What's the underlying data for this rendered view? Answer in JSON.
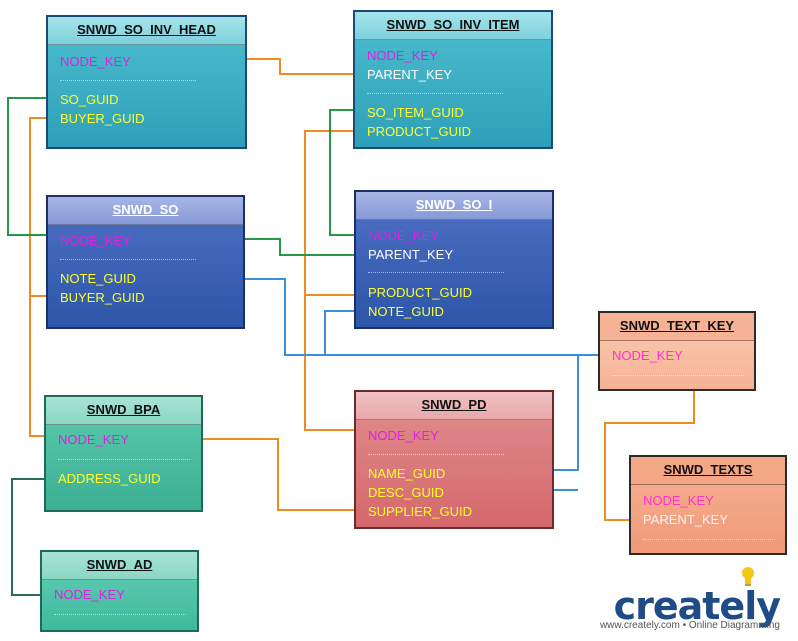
{
  "colors": {
    "line_orange": "#f08a22",
    "line_green": "#229944",
    "line_blue": "#3b8fd6",
    "line_darkgreen": "#2a6b5a"
  },
  "entities": {
    "so_inv_head": {
      "title": "SNWD_SO_INV_HEAD",
      "fields": [
        "NODE_KEY",
        "SO_GUID",
        "BUYER_GUID"
      ]
    },
    "so_inv_item": {
      "title": "SNWD_SO_INV_ITEM",
      "fields": [
        "NODE_KEY",
        "PARENT_KEY",
        "SO_ITEM_GUID",
        "PRODUCT_GUID"
      ]
    },
    "so": {
      "title": "SNWD_SO",
      "fields": [
        "NODE_KEY",
        "NOTE_GUID",
        "BUYER_GUID"
      ]
    },
    "so_i": {
      "title": "SNWD_SO_I",
      "fields": [
        "NODE_KEY",
        "PARENT_KEY",
        "PRODUCT_GUID",
        "NOTE_GUID"
      ]
    },
    "text_key": {
      "title": "SNWD_TEXT_KEY",
      "fields": [
        "NODE_KEY"
      ]
    },
    "pd": {
      "title": "SNWD_PD",
      "fields": [
        "NODE_KEY",
        "NAME_GUID",
        "DESC_GUID",
        "SUPPLIER_GUID"
      ]
    },
    "bpa": {
      "title": "SNWD_BPA",
      "fields": [
        "NODE_KEY",
        "ADDRESS_GUID"
      ]
    },
    "texts": {
      "title": "SNWD_TEXTS",
      "fields": [
        "NODE_KEY",
        "PARENT_KEY"
      ]
    },
    "ad": {
      "title": "SNWD_AD",
      "fields": [
        "NODE_KEY"
      ]
    }
  },
  "brand": {
    "logo": "creately",
    "footer": "www.creately.com • Online Diagramming"
  }
}
